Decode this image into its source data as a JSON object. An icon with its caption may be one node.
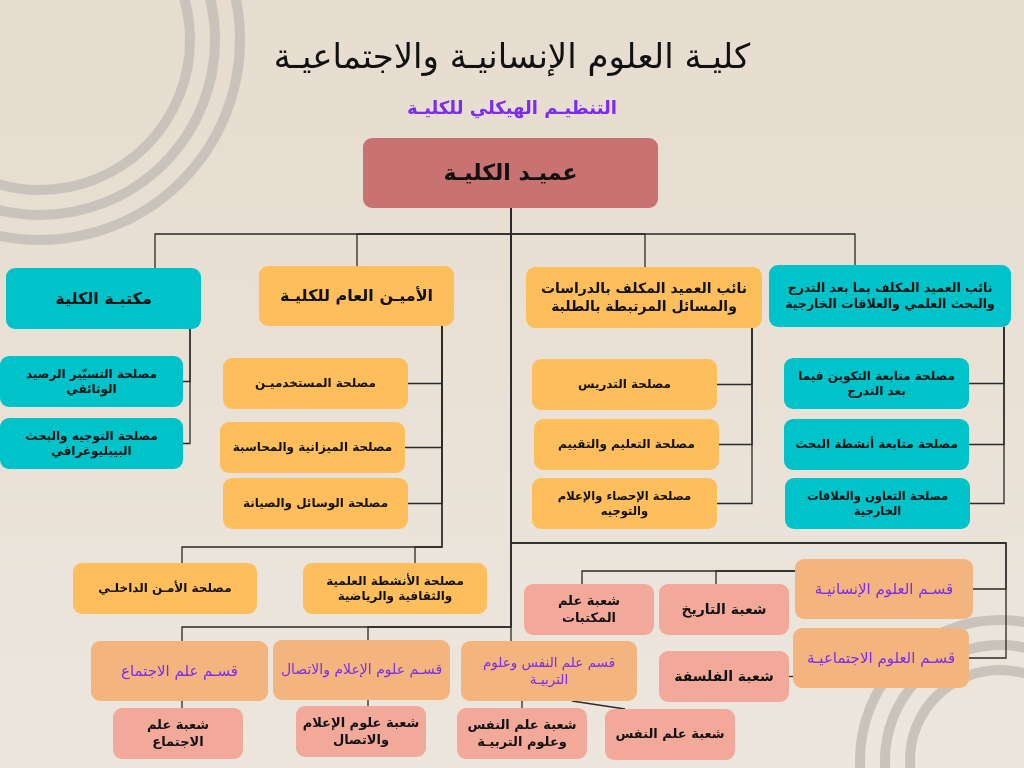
{
  "diagram": {
    "title": "كليـة العلوم الإنسانيـة والاجتماعيـة",
    "caption": "التنظيـم الهيكلي للكليـة",
    "nodes": [
      {
        "text": [
          "عميـد الكليـة"
        ]
      },
      {
        "text": [
          "نائب العميد المكلف بما بعد التدرج والبحث العلمي والعلاقات الخارجية"
        ]
      },
      {
        "text": [
          "نائب العميد المكلف بالدراسات والمسائل المرتبطة بالطلبة"
        ]
      },
      {
        "text": [
          "الأميـن العام للكليـة"
        ]
      },
      {
        "text": [
          "مكتبـة الكلية"
        ]
      },
      {
        "text": [
          "مصلحة التسيّير الرصيد الوثائقي"
        ]
      },
      {
        "text": [
          "مصلحة التوجيه والبحث البيبليوغرافي"
        ]
      },
      {
        "text": [
          "مصلحة المستخدميـن"
        ]
      },
      {
        "text": [
          "مصلحة الميزانية والمحاسبة"
        ]
      },
      {
        "text": [
          "مصلحة الوسائل والصيانة"
        ]
      },
      {
        "text": [
          "مصلحة التدريس"
        ]
      },
      {
        "text": [
          "مصلحة التعليم والتقييم"
        ]
      },
      {
        "text": [
          "مصلحة الإحصاء والإعلام والتوجيه"
        ]
      },
      {
        "text": [
          "مصلحة متابعة التكوين فيما بعد التدرج"
        ]
      },
      {
        "text": [
          "مصلحة متابعة أنشطة البحث"
        ]
      },
      {
        "text": [
          "مصلحة التعاون والعلاقات الخارجية"
        ]
      },
      {
        "text": [
          "مصلحة الأمـن الداخلـي"
        ]
      },
      {
        "text": [
          "مصلحة الأنشطة العلمية والثقافية والرياضية"
        ]
      },
      {
        "text": [
          "قسـم العلوم الإنسانيـة"
        ]
      },
      {
        "text": [
          "شعبة التاريخ"
        ]
      },
      {
        "text": [
          "شعبة علم المكتبات"
        ]
      },
      {
        "text": [
          "قسـم العلوم الاجتماعيـة"
        ]
      },
      {
        "text": [
          "شعبة الفلسفة"
        ]
      },
      {
        "text": [
          "قسـم علم الاجتماع"
        ]
      },
      {
        "text": [
          "قسـم علوم الإعلام والاتصال"
        ]
      },
      {
        "text": [
          "قسم علم النفس وعلوم التربيـة"
        ]
      },
      {
        "text": [
          "شعبة علم الاجتماع"
        ]
      },
      {
        "text": [
          "شعبة علوم الإعلام والاتصال"
        ]
      },
      {
        "text": [
          "شعبة علم النفس وعلوم التربيـة"
        ]
      },
      {
        "text": [
          "شعبة علم النفس"
        ]
      }
    ],
    "edges": [
      {
        "from": 0,
        "to": 1,
        "arrow": "none"
      },
      {
        "from": 0,
        "to": 2,
        "arrow": "none"
      },
      {
        "from": 0,
        "to": 3,
        "arrow": "none"
      },
      {
        "from": 0,
        "to": 4,
        "arrow": "none"
      },
      {
        "from": 4,
        "to": 5,
        "arrow": "none"
      },
      {
        "from": 4,
        "to": 6,
        "arrow": "none"
      },
      {
        "from": 3,
        "to": 7,
        "arrow": "none"
      },
      {
        "from": 3,
        "to": 8,
        "arrow": "none"
      },
      {
        "from": 3,
        "to": 9,
        "arrow": "none"
      },
      {
        "from": 2,
        "to": 10,
        "arrow": "none"
      },
      {
        "from": 2,
        "to": 11,
        "arrow": "none"
      },
      {
        "from": 2,
        "to": 12,
        "arrow": "none"
      },
      {
        "from": 1,
        "to": 13,
        "arrow": "none"
      },
      {
        "from": 1,
        "to": 14,
        "arrow": "none"
      },
      {
        "from": 1,
        "to": 15,
        "arrow": "none"
      },
      {
        "from": 3,
        "to": 16,
        "arrow": "none"
      },
      {
        "from": 3,
        "to": 17,
        "arrow": "none"
      },
      {
        "from": 0,
        "to": 18,
        "arrow": "none"
      },
      {
        "from": 0,
        "to": 21,
        "arrow": "none"
      },
      {
        "from": 0,
        "to": 23,
        "arrow": "none"
      },
      {
        "from": 0,
        "to": 24,
        "arrow": "none"
      },
      {
        "from": 0,
        "to": 25,
        "arrow": "none"
      },
      {
        "from": 18,
        "to": 19,
        "arrow": "none"
      },
      {
        "from": 18,
        "to": 20,
        "arrow": "none"
      },
      {
        "from": 21,
        "to": 22,
        "arrow": "none"
      },
      {
        "from": 23,
        "to": 26,
        "arrow": "none"
      },
      {
        "from": 24,
        "to": 27,
        "arrow": "none"
      },
      {
        "from": 25,
        "to": 28,
        "arrow": "none"
      },
      {
        "from": 25,
        "to": 29,
        "arrow": "none"
      }
    ]
  }
}
